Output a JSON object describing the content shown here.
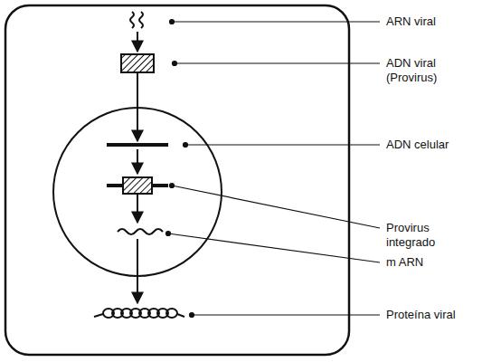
{
  "diagram": {
    "labels": [
      "ARN viral",
      "ADN viral (Provirus)",
      "ADN celular",
      "Provirus integrado",
      "m ARN",
      "Proteína viral"
    ]
  }
}
